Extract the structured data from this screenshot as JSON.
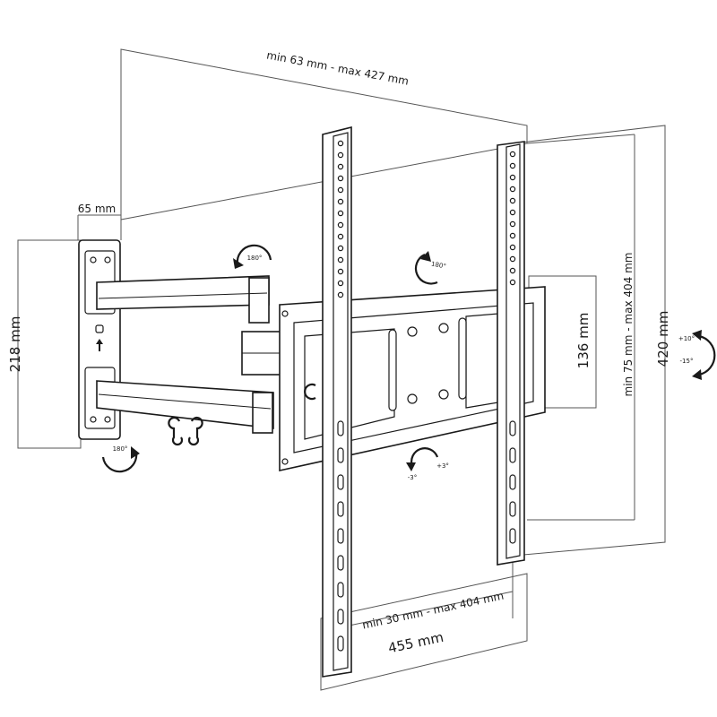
{
  "dimensions": {
    "depth_range": "min 63 mm - max 427 mm",
    "wall_plate_depth": "65 mm",
    "wall_plate_height": "218 mm",
    "vesa_vertical_range": "min 75 mm - max 404 mm",
    "rail_height": "420 mm",
    "head_plate_height": "136 mm",
    "vesa_horizontal_range": "min 30 mm - max 404 mm",
    "overall_width": "455 mm"
  },
  "rotations": {
    "arm_swivel_top": "180°",
    "head_swivel": "180°",
    "wall_swivel_bottom": "180°",
    "tilt_up": "+10°",
    "tilt_down": "-15°",
    "level_minus": "-3°",
    "level_plus": "+3°"
  }
}
